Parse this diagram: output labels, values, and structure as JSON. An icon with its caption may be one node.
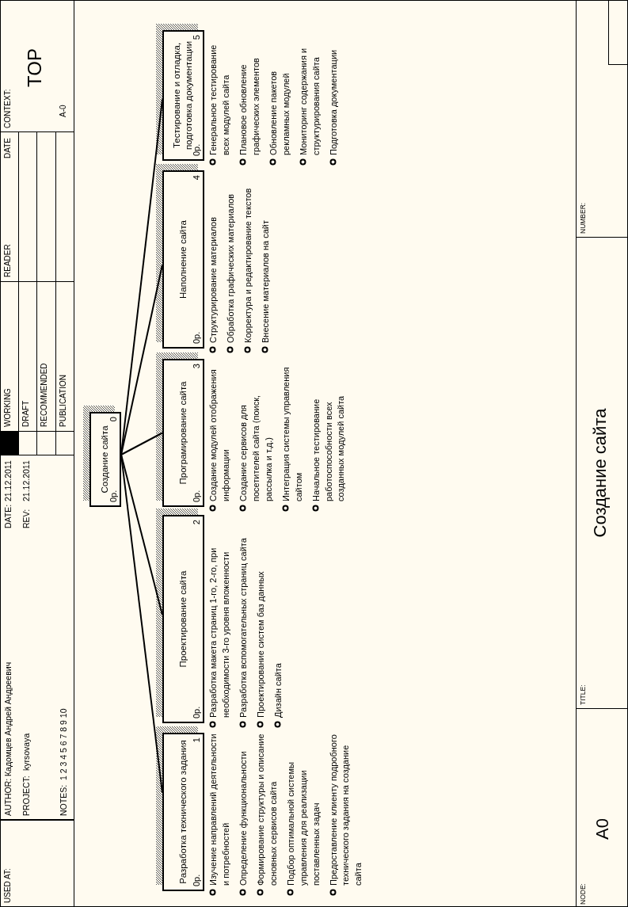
{
  "diagram": {
    "title": "Создание сайта",
    "nodes": [
      {
        "text": [
          "Создание сайта",
          "0р.",
          "0"
        ]
      },
      {
        "text": [
          "Разработка технического задания",
          "0р.",
          "1"
        ],
        "beside": [
          "Изучение направлений деятельности и потребностей",
          "Определение функциональности",
          "Формирование структуры и описание основных сервисов сайта",
          "Подбор оптимальной системы управления для реализации поставленных задач",
          "Предоставление клиенту подробного технического задания на создание сайта"
        ]
      },
      {
        "text": [
          "Проектирование сайта",
          "0р.",
          "2"
        ],
        "beside": [
          "Разработка макета страниц 1-го, 2-го, при необходимости 3-го уровня вложенности",
          "Разработка вспомогательных страниц сайта",
          "Проектирование систем баз данных",
          "Дизайн сайта"
        ]
      },
      {
        "text": [
          "Програмирование сайта",
          "0р.",
          "3"
        ],
        "beside": [
          "Создание модулей отображения информации",
          "Создание сервисов для посетителей сайта (поиск, рассылка и т.д.)",
          "Интеграция системы управления сайтом",
          "Начальное тестирование работоспособности всех созданных модулей сайта"
        ]
      },
      {
        "text": [
          "Наполнение сайта",
          "0р.",
          "4"
        ],
        "beside": [
          "Структурирование материалов",
          "Обработка графических материалов",
          "Корректура и редактирование текстов",
          "Внесение материалов на сайт"
        ]
      },
      {
        "text": [
          "Тестирование и отладка, подготовка документации",
          "0р.",
          "5"
        ],
        "beside": [
          "Генеральное тестирование всех модулей сайта",
          "Плановое обновление графических элементов",
          "Обновление пакетов рекламных модулей",
          "Мониторинг содержания и структурирования сайта",
          "Подготовка документации"
        ]
      }
    ],
    "edges": [
      {
        "from": 0,
        "to": 1,
        "arrow": "none"
      },
      {
        "from": 0,
        "to": 2,
        "arrow": "none"
      },
      {
        "from": 0,
        "to": 3,
        "arrow": "none"
      },
      {
        "from": 0,
        "to": 4,
        "arrow": "none"
      },
      {
        "from": 0,
        "to": 5,
        "arrow": "none"
      }
    ],
    "labels": [
      "USED AT:",
      "AUTHOR:",
      "Кадомцев Андрей Андреевич",
      "DATE:",
      "21.12.2011",
      "WORKING",
      "READER",
      "DATE",
      "CONTEXT:",
      "PROJECT:",
      "kyrsovaya",
      "REV:",
      "21.12.2011",
      "DRAFT",
      "TOP",
      "RECOMMENDED",
      "NOTES:",
      "1 2 3 4 5 6 7 8 9 10",
      "PUBLICATION",
      "A-0",
      "NODE:",
      "A0",
      "TITLE:",
      "NUMBER:"
    ]
  }
}
